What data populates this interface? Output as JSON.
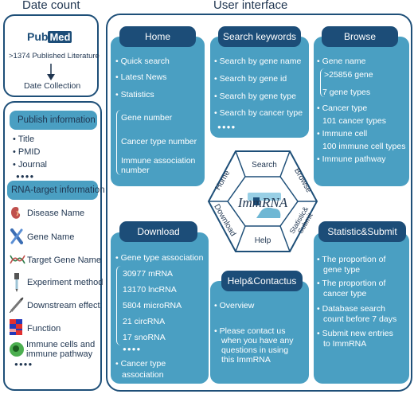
{
  "left": {
    "header": "Date count",
    "pubmed": {
      "logo_text": "PubMed",
      "label": ">1374 Published Literature",
      "collection": "Date Collection"
    },
    "publish": {
      "title": "Publish information",
      "items": [
        "Title",
        "PMID",
        "Journal"
      ],
      "more": "●●●●"
    },
    "rna": {
      "title": "RNA-target information",
      "items": [
        {
          "label": "Disease Name",
          "icon": "kidney-icon"
        },
        {
          "label": "Gene Name",
          "icon": "chromosome-icon"
        },
        {
          "label": "Target Gene Name",
          "icon": "dna-icon"
        },
        {
          "label": "Experiment method",
          "icon": "pipette-icon"
        },
        {
          "label": "Downstream effect",
          "icon": "syringe-icon"
        },
        {
          "label": "Function",
          "icon": "heatmap-icon"
        },
        {
          "label": "Immune cells and",
          "label2": "immune pathway",
          "icon": "cell-icon"
        }
      ],
      "more": "●●●●"
    }
  },
  "right": {
    "header": "User interface",
    "home": {
      "title": "Home",
      "items": [
        "Quick search",
        "Latest News",
        "Statistics"
      ],
      "brace_items": [
        "Gene number",
        "Cancer type number",
        "Immune association",
        "number"
      ]
    },
    "search": {
      "title": "Search keywords",
      "items": [
        "Search by gene name",
        "Search by gene id",
        "Search by gene type",
        "Search by cancer type"
      ],
      "more": "●●●●"
    },
    "browse": {
      "title": "Browse",
      "items": [
        "Gene name",
        ">25856 gene",
        "7 gene types",
        "Cancer type",
        "101 cancer types",
        "Immune cell",
        "100 immune cell types",
        "Immune pathway"
      ]
    },
    "download": {
      "title": "Download",
      "items": [
        "Gene type association",
        "30977 mRNA",
        "13170 lncRNA",
        "5804 microRNA",
        "21 circRNA",
        "17 snoRNA",
        "●●●●",
        "Cancer type",
        "association"
      ]
    },
    "help": {
      "title": "Help&Contactus",
      "items": [
        "Overview",
        "Please contact us",
        "when you have any",
        "questions in using",
        "this ImmRNA"
      ]
    },
    "stat": {
      "title": "Statistic&Submit",
      "items": [
        "The proportion of",
        "gene type",
        "The proportion of",
        "cancer type",
        "Database search",
        "count before 7 days",
        "Submit new entries",
        "to ImmRNA"
      ]
    },
    "hexagon": {
      "center": "ImmRNA",
      "labels": [
        "Search",
        "Browse",
        "Statistic&",
        "Submit",
        "Help",
        "Download",
        "Home"
      ]
    }
  }
}
